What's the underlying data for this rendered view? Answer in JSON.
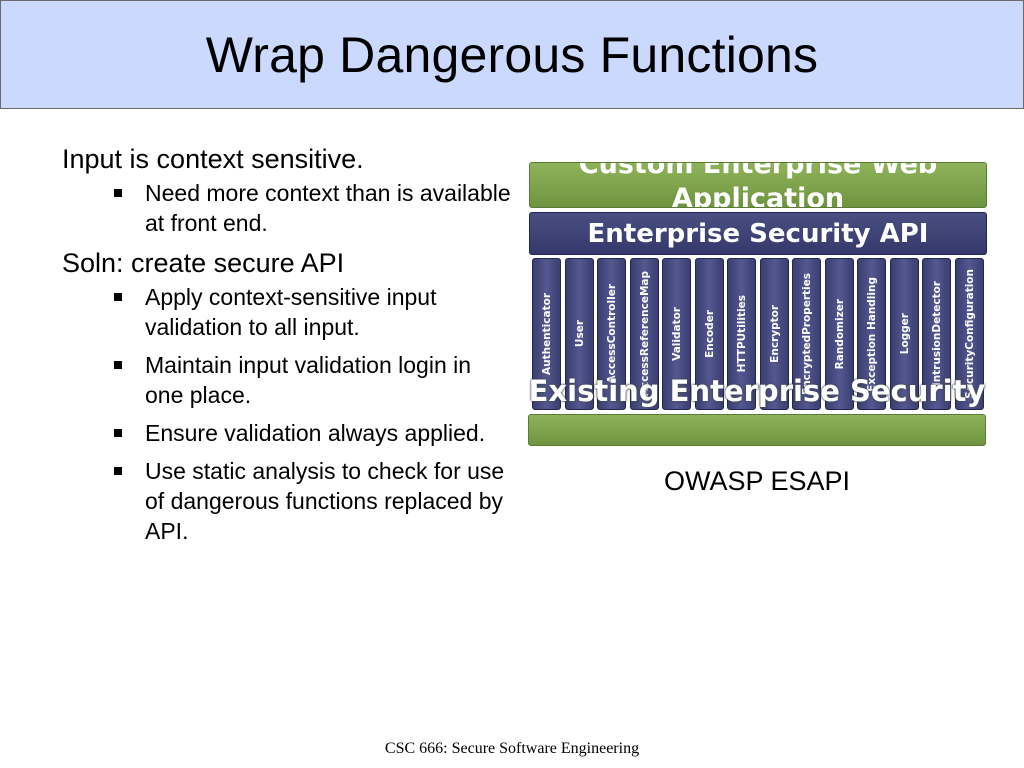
{
  "slide": {
    "title": "Wrap Dangerous Functions",
    "footer": "CSC 666: Secure Software Engineering"
  },
  "content": {
    "points": [
      {
        "text": "Input is context sensitive.",
        "subpoints": [
          "Need more context than is available at front end."
        ]
      },
      {
        "text": "Soln: create secure API",
        "subpoints": [
          "Apply context-sensitive input validation to all input.",
          "Maintain input validation login in one place.",
          "Ensure validation always applied.",
          "Use static analysis to check for use of dangerous functions replaced by API."
        ]
      }
    ]
  },
  "diagram": {
    "custom_layer": "Custom Enterprise Web Application",
    "api_layer": "Enterprise Security API",
    "existing_layer": "Existing Enterprise Security",
    "components": [
      "Authenticator",
      "User",
      "AccessController",
      "AccessReferenceMap",
      "Validator",
      "Encoder",
      "HTTPUtilities",
      "Encryptor",
      "EncryptedProperties",
      "Randomizer",
      "Exception Handling",
      "Logger",
      "IntrusionDetector",
      "SecurityConfiguration"
    ],
    "caption": "OWASP ESAPI",
    "colors": {
      "title_bg": "#ccd9ff",
      "green_layer": "#7ea34e",
      "navy_layer": "#3d4176"
    }
  }
}
